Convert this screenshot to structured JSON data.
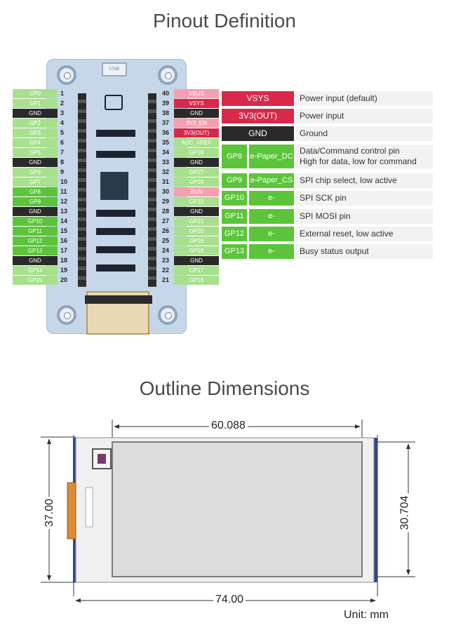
{
  "pinout": {
    "title": "Pinout Definition",
    "left_pins": [
      {
        "num": "1",
        "label": "GP0",
        "color": "#a8e08e"
      },
      {
        "num": "2",
        "label": "GP1",
        "color": "#a8e08e"
      },
      {
        "num": "3",
        "label": "GND",
        "color": "#2a2a2a"
      },
      {
        "num": "4",
        "label": "GP2",
        "color": "#a8e08e"
      },
      {
        "num": "5",
        "label": "GP3",
        "color": "#a8e08e"
      },
      {
        "num": "6",
        "label": "GP4",
        "color": "#a8e08e"
      },
      {
        "num": "7",
        "label": "GP5",
        "color": "#a8e08e"
      },
      {
        "num": "8",
        "label": "GND",
        "color": "#2a2a2a"
      },
      {
        "num": "9",
        "label": "GP6",
        "color": "#a8e08e"
      },
      {
        "num": "10",
        "label": "GP7",
        "color": "#a8e08e"
      },
      {
        "num": "11",
        "label": "GP8",
        "color": "#5cc43a"
      },
      {
        "num": "12",
        "label": "GP9",
        "color": "#5cc43a"
      },
      {
        "num": "13",
        "label": "GND",
        "color": "#2a2a2a"
      },
      {
        "num": "14",
        "label": "GP10",
        "color": "#5cc43a"
      },
      {
        "num": "15",
        "label": "GP11",
        "color": "#5cc43a"
      },
      {
        "num": "16",
        "label": "GP12",
        "color": "#5cc43a"
      },
      {
        "num": "17",
        "label": "GP13",
        "color": "#5cc43a"
      },
      {
        "num": "18",
        "label": "GND",
        "color": "#2a2a2a"
      },
      {
        "num": "19",
        "label": "GP14",
        "color": "#a8e08e"
      },
      {
        "num": "20",
        "label": "GP15",
        "color": "#a8e08e"
      }
    ],
    "right_pins": [
      {
        "num": "40",
        "label": "VBUS",
        "color": "#f4a0b0"
      },
      {
        "num": "39",
        "label": "VSYS",
        "color": "#d9284a"
      },
      {
        "num": "38",
        "label": "GND",
        "color": "#2a2a2a"
      },
      {
        "num": "37",
        "label": "3V3_EN",
        "color": "#f4a0b0"
      },
      {
        "num": "36",
        "label": "3V3(OUT)",
        "color": "#d9284a"
      },
      {
        "num": "35",
        "label": "ADC_VREF",
        "color": "#a8e08e"
      },
      {
        "num": "34",
        "label": "GP28",
        "color": "#a8e08e"
      },
      {
        "num": "33",
        "label": "GND",
        "color": "#2a2a2a"
      },
      {
        "num": "32",
        "label": "GP27",
        "color": "#a8e08e"
      },
      {
        "num": "31",
        "label": "GP26",
        "color": "#a8e08e"
      },
      {
        "num": "30",
        "label": "RUN",
        "color": "#f4a0b0"
      },
      {
        "num": "29",
        "label": "GP22",
        "color": "#a8e08e"
      },
      {
        "num": "28",
        "label": "GND",
        "color": "#2a2a2a"
      },
      {
        "num": "27",
        "label": "GP21",
        "color": "#a8e08e"
      },
      {
        "num": "26",
        "label": "GP20",
        "color": "#a8e08e"
      },
      {
        "num": "25",
        "label": "GP19",
        "color": "#a8e08e"
      },
      {
        "num": "24",
        "label": "GP18",
        "color": "#a8e08e"
      },
      {
        "num": "23",
        "label": "GND",
        "color": "#2a2a2a"
      },
      {
        "num": "22",
        "label": "GP17",
        "color": "#a8e08e"
      },
      {
        "num": "21",
        "label": "GP16",
        "color": "#a8e08e"
      }
    ],
    "legend": [
      {
        "pin": "VSYS",
        "pin_color": "#d9284a",
        "func": "",
        "desc": "Power input (default)"
      },
      {
        "pin": "3V3(OUT)",
        "pin_color": "#d9284a",
        "func": "",
        "desc": "Power input"
      },
      {
        "pin": "GND",
        "pin_color": "#2a2a2a",
        "func": "",
        "desc": "Ground"
      },
      {
        "pin": "GP8",
        "pin_color": "#5cc43a",
        "func": "e-Paper_DC",
        "desc": "Data/Command control pin\nHigh for data, low for command"
      },
      {
        "pin": "GP9",
        "pin_color": "#5cc43a",
        "func": "e-Paper_CS",
        "desc": "SPI chip select, low active"
      },
      {
        "pin": "GP10",
        "pin_color": "#5cc43a",
        "func": "e-Paper_SCK",
        "desc": "SPI SCK pin"
      },
      {
        "pin": "GP11",
        "pin_color": "#5cc43a",
        "func": "e-Paper_DIN",
        "desc": "SPI MOSI pin"
      },
      {
        "pin": "GP12",
        "pin_color": "#5cc43a",
        "func": "e-Paper_RST",
        "desc": "External reset, low active"
      },
      {
        "pin": "GP13",
        "pin_color": "#5cc43a",
        "func": "e-Paper_BUSY",
        "desc": "Busy status output"
      }
    ],
    "board_text": {
      "usb": "USB"
    }
  },
  "outline": {
    "title": "Outline Dimensions",
    "width_total": "74.00",
    "width_active": "60.088",
    "height_total": "37.00",
    "height_active": "30.704",
    "unit": "Unit: mm"
  }
}
